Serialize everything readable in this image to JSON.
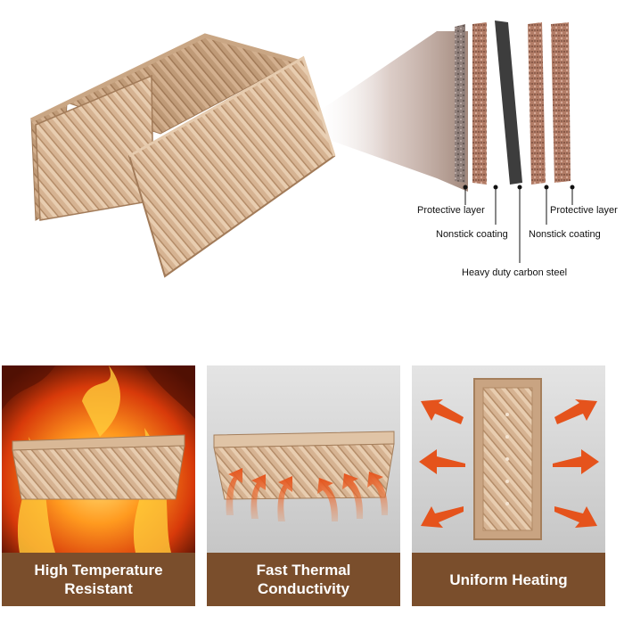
{
  "layers": {
    "protective_left": "Protective layer",
    "nonstick_left": "Nonstick coating",
    "carbon_steel": "Heavy duty carbon steel",
    "nonstick_right": "Nonstick coating",
    "protective_right": "Protective layer"
  },
  "features": [
    {
      "line1": "High Temperature",
      "line2": "Resistant"
    },
    {
      "line1": "Fast Thermal",
      "line2": "Conductivity"
    },
    {
      "line1": "Uniform Heating",
      "line2": ""
    }
  ],
  "colors": {
    "pan_gold": "#d4b08e",
    "pan_dark": "#b58d68",
    "caption_bg": "#7a4e2c",
    "arrow_orange": "#e5531c",
    "carbon_steel": "#3a3a3a"
  }
}
